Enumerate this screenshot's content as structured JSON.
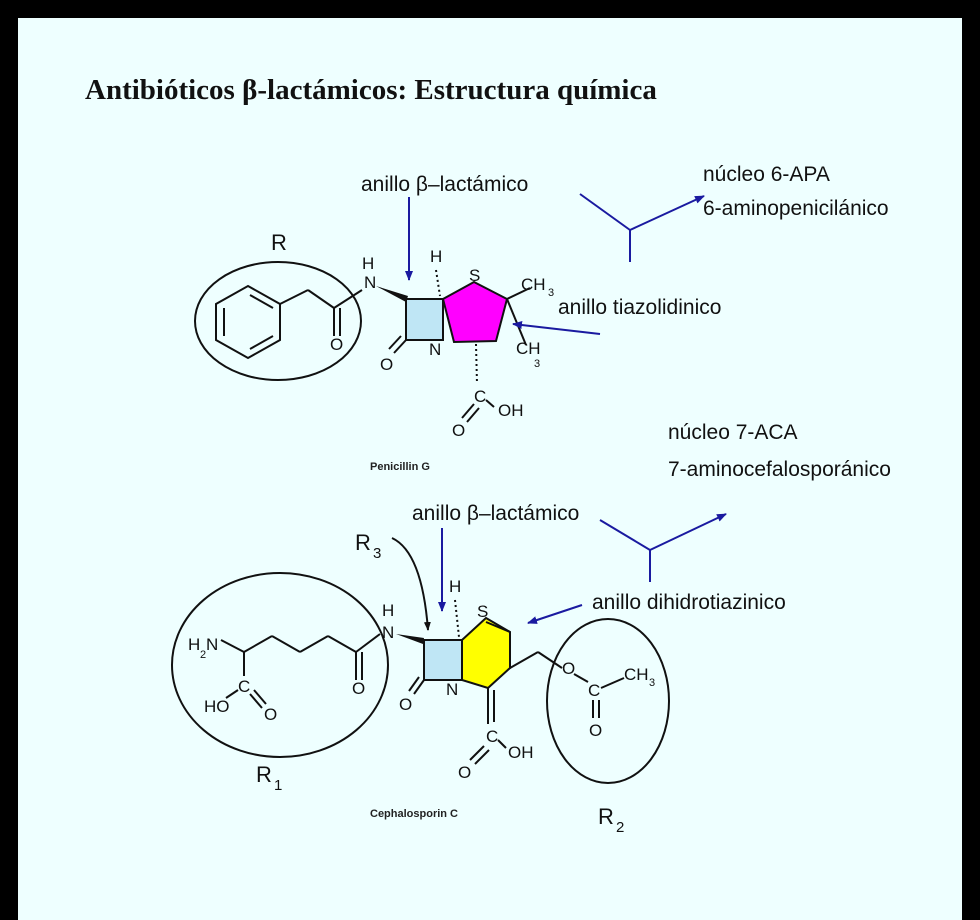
{
  "title": "Antibióticos  β-lactámicos:  Estructura química",
  "penicillin": {
    "name": "Penicillin G",
    "label_lactam": "anillo β–lactámico",
    "label_thiazolidine": "anillo tiazolidinico",
    "nucleus_line1": "núcleo 6-APA",
    "nucleus_line2": "6-aminopenicilánico",
    "r_label": "R"
  },
  "cephalosporin": {
    "name": "Cephalosporin C",
    "label_lactam": "anillo β–lactámico",
    "label_dihydrothiazine": "anillo dihidrotiazinico",
    "nucleus_line1": "núcleo 7-ACA",
    "nucleus_line2": "7-aminocefalosporánico",
    "r1_label": "R",
    "r1_sub": "1",
    "r2_label": "R",
    "r2_sub": "2",
    "r3_label": "R",
    "r3_sub": "3"
  },
  "atoms": {
    "H": "H",
    "N": "N",
    "S": "S",
    "O": "O",
    "C": "C",
    "HO": "HO",
    "OH": "OH",
    "CH": "CH",
    "three": "3",
    "two": "2"
  },
  "colors": {
    "border": "#000000",
    "background": "#eeffff",
    "lactam_fill": "#bfe6f5",
    "thiazolidine_fill": "#ff00ff",
    "dihydrothiazine_fill": "#ffff00",
    "arrow": "#1a1aa0"
  }
}
